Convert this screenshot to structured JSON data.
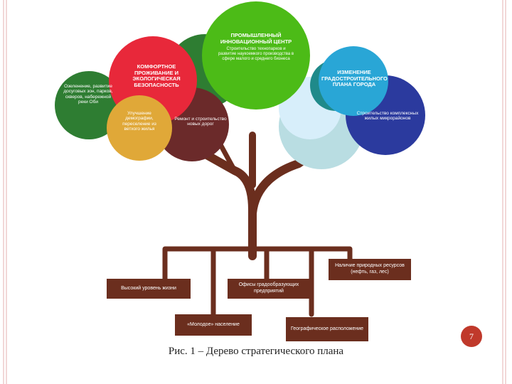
{
  "circles": {
    "innovation_title": "ПРОМЫШЛЕННЫЙ ИННОВАЦИОННЫЙ ЦЕНТР",
    "innovation_text": "Строительство технопарков и развитие наукоемкого производства в сфере малого и среднего бизнеса",
    "comfort_title": "КОМФОРТНОЕ ПРОЖИВАНИЕ И ЭКОЛОГИЧЕСКАЯ БЕЗОПАСНОСТЬ",
    "greening_text": "Озеленение, развитие досуговых зон, парков, скверов, набережной реки Оби",
    "housing_text": "Улучшение демографии, переселение из ветхого жилья",
    "roads_text": "Ремонт и строительство новых дорог",
    "urban_title": "ИЗМЕНЕНИЕ ГРАДОСТРОИТЕЛЬНОГО ПЛАНА ГОРОДА",
    "districts_text": "Строительство комплексных жилых микрорайонов"
  },
  "roots": {
    "living_standard": "Высокий уровень жизни",
    "young_population": "«Молодое» население",
    "city_offices": "Офисы градообразующих предприятий",
    "geography": "Географическое расположение",
    "natural_resources": "Наличие природных ресурсов (нефть, газ, лес)"
  },
  "caption": "Рис. 1 – Дерево стратегического плана",
  "page_number": "7",
  "colors": {
    "trunk": "#6b2e1e",
    "innovation": "#4cbb17",
    "comfort": "#e8283a",
    "dark_green": "#2e7d32",
    "teal": "#1f8a8a",
    "tan": "#e0a838",
    "maroon": "#6b2a2a",
    "urban_blue": "#29a6d6",
    "navy": "#2b3a9e"
  }
}
